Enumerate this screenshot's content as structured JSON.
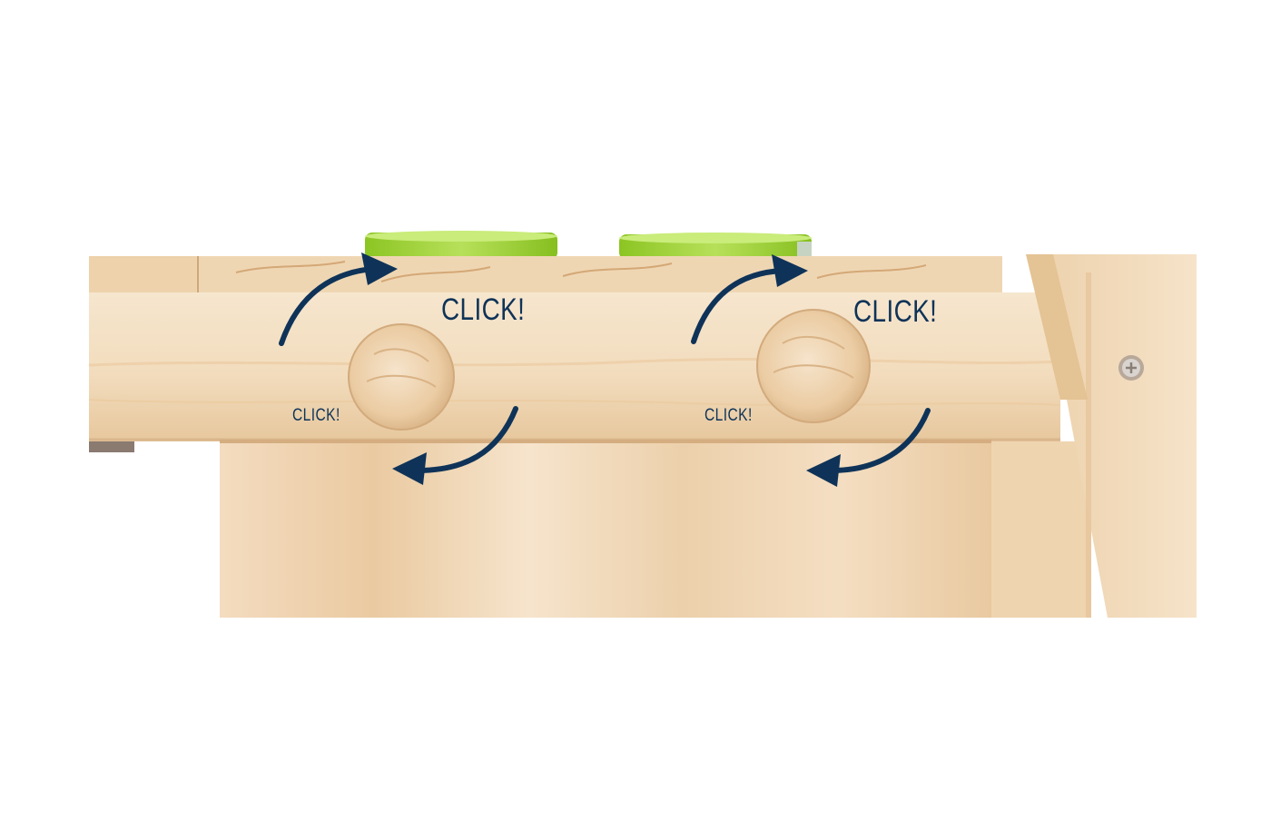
{
  "photo": {
    "subject": "wooden play kitchen front rail with two turn knobs",
    "colors": {
      "background": "#ffffff",
      "wood_light": "#f4dfc3",
      "wood_mid": "#ecd0aa",
      "wood_dark": "#d8b184",
      "pot_green": "#9bd02f",
      "arrow_navy": "#0f3358",
      "text_navy": "#0f3358"
    }
  },
  "labels": {
    "left_large": "CLICK!",
    "left_small": "CLICK!",
    "right_large": "CLICK!",
    "right_small": "CLICK!"
  },
  "icons": {
    "arrow_up": "curved-arrow-clockwise-icon",
    "arrow_down": "curved-arrow-return-icon",
    "knob": "round-wooden-knob-icon",
    "screw": "screw-icon"
  }
}
